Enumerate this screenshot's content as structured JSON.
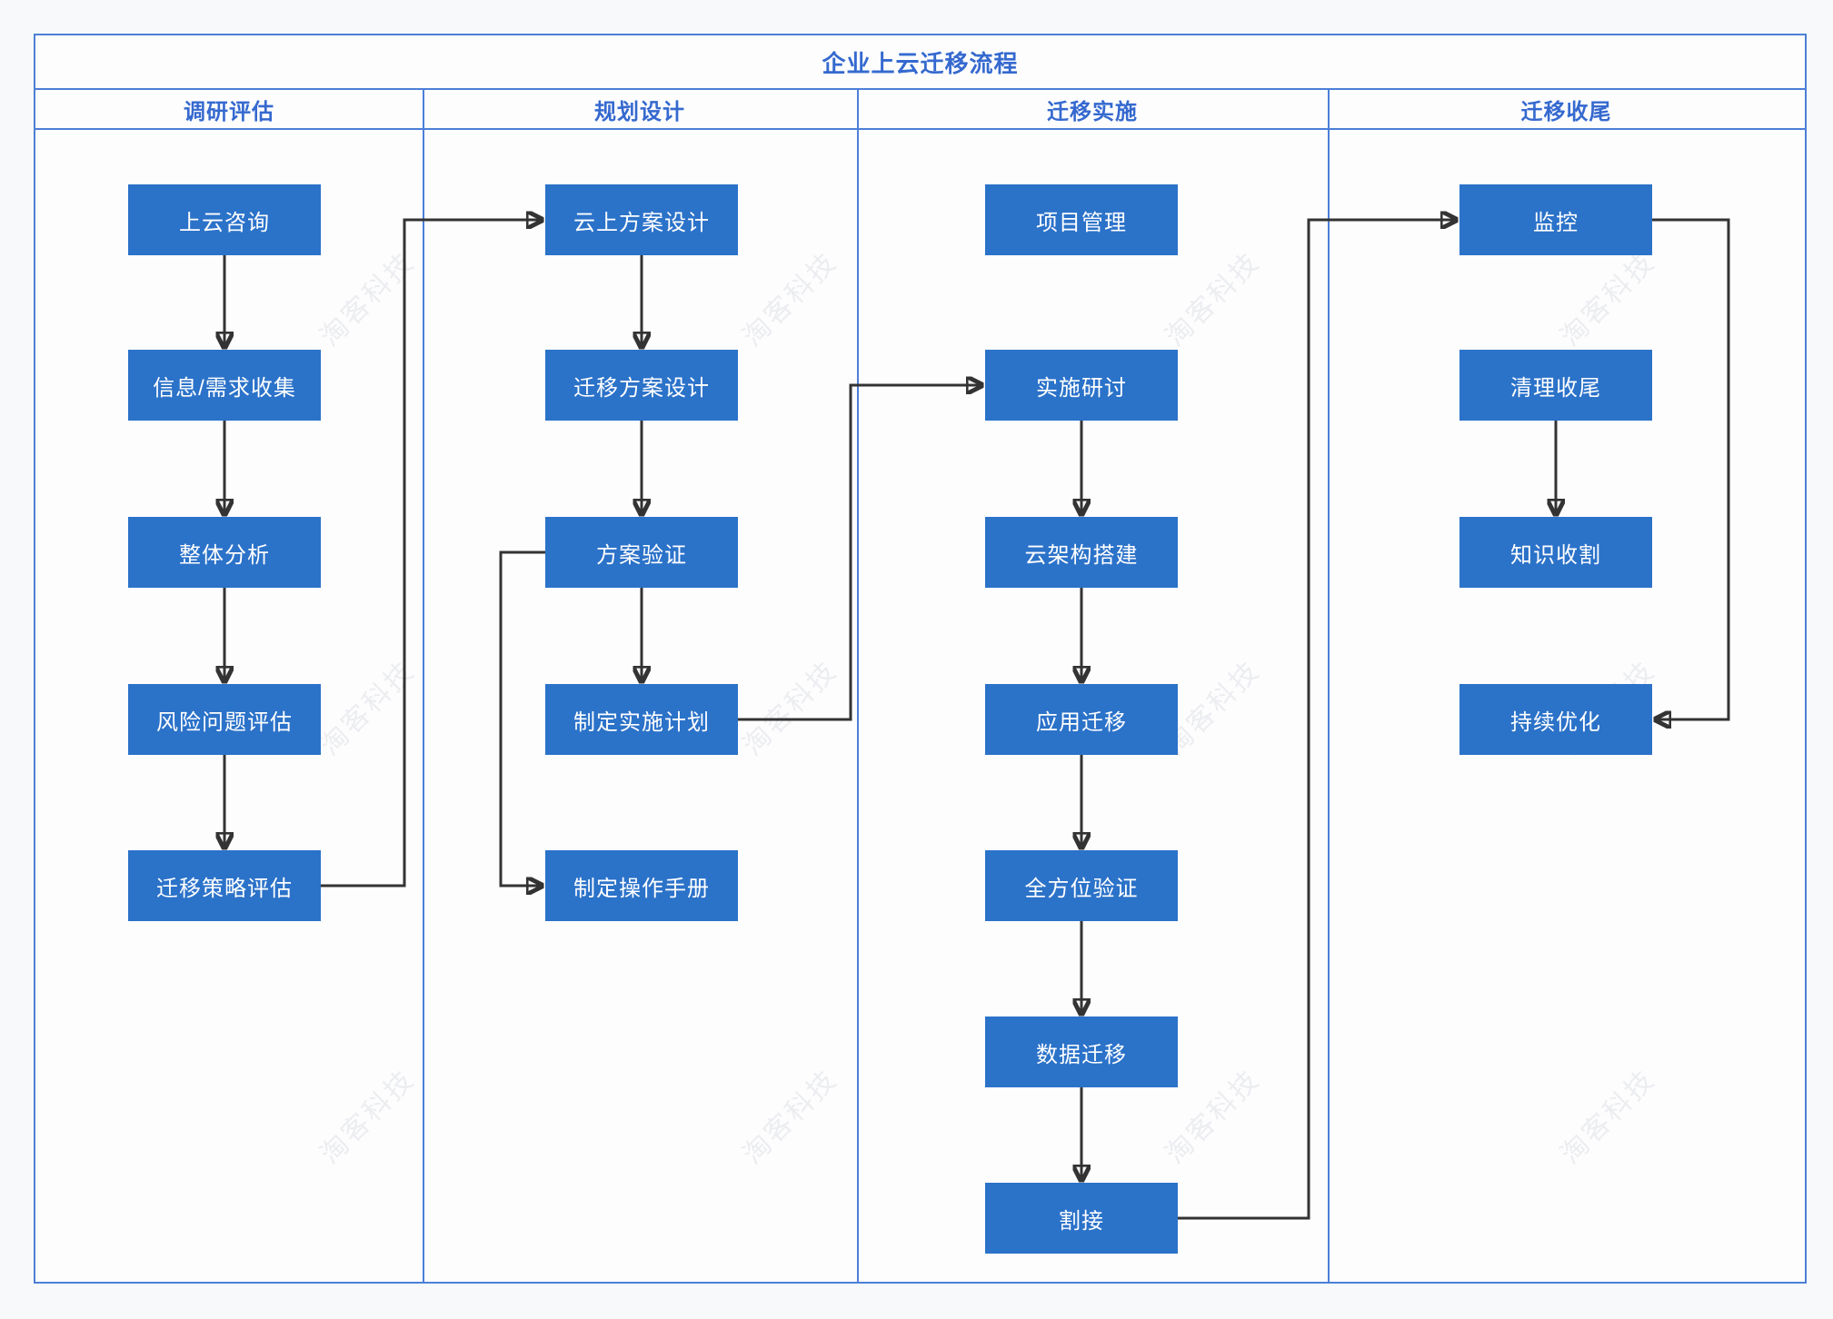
{
  "title": "企业上云迁移流程",
  "watermark": {
    "text": "淘客科技"
  },
  "colors": {
    "node_fill": "#2b72c9",
    "node_text": "#ffffff",
    "table_border": "#4c7fd8",
    "heading_text": "#3569cf",
    "connector": "#333333",
    "page_background": "#f8f9fa",
    "table_background": "#fdfdfe"
  },
  "lanes": [
    {
      "label": "调研评估",
      "nodes": [
        {
          "label": "上云咨询"
        },
        {
          "label": "信息/需求收集"
        },
        {
          "label": "整体分析"
        },
        {
          "label": "风险问题评估"
        },
        {
          "label": "迁移策略评估"
        }
      ]
    },
    {
      "label": "规划设计",
      "nodes": [
        {
          "label": "云上方案设计"
        },
        {
          "label": "迁移方案设计"
        },
        {
          "label": "方案验证"
        },
        {
          "label": "制定实施计划"
        },
        {
          "label": "制定操作手册"
        }
      ]
    },
    {
      "label": "迁移实施",
      "nodes": [
        {
          "label": "项目管理"
        },
        {
          "label": "实施研讨"
        },
        {
          "label": "云架构搭建"
        },
        {
          "label": "应用迁移"
        },
        {
          "label": "全方位验证"
        },
        {
          "label": "数据迁移"
        },
        {
          "label": "割接"
        }
      ]
    },
    {
      "label": "迁移收尾",
      "nodes": [
        {
          "label": "监控"
        },
        {
          "label": "清理收尾"
        },
        {
          "label": "知识收割"
        },
        {
          "label": "持续优化"
        }
      ]
    }
  ]
}
